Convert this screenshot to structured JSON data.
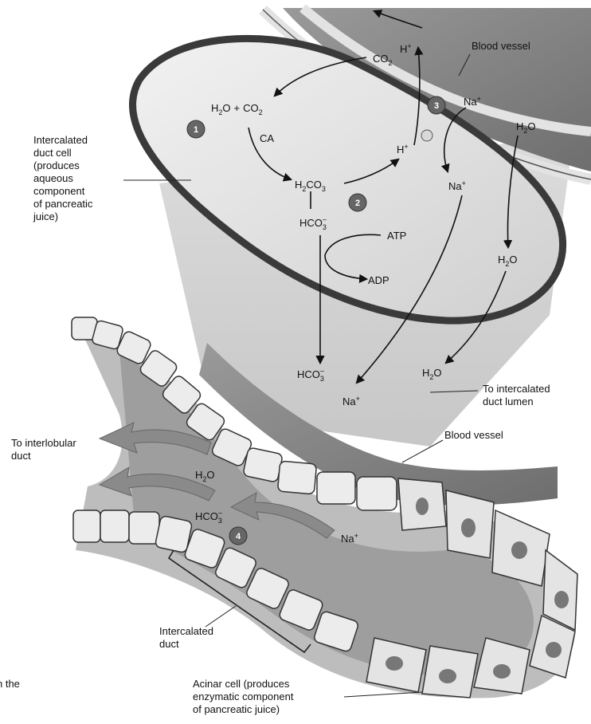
{
  "labels": {
    "blood_vessel_top": "Blood vessel",
    "blood_vessel_bottom": "Blood vessel",
    "intercalated_cell": [
      "Intercalated",
      "duct cell",
      "(produces",
      "aqueous",
      "component",
      "of pancreatic",
      "juice)"
    ],
    "to_lumen": [
      "To intercalated",
      "duct lumen"
    ],
    "to_interlobular": [
      "To interlobular",
      "duct"
    ],
    "intercalated_duct": [
      "Intercalated",
      "duct"
    ],
    "acinar_cell": [
      "Acinar cell (produces",
      "enzymatic component",
      "of pancreatic juice)"
    ],
    "cut_text": "n the"
  },
  "chem": {
    "h2o": "H",
    "h2o_sub": "2",
    "h2o_tail": "O",
    "co2_head": "CO",
    "co2_sub": "2",
    "plus": "+",
    "ca": "CA",
    "h2co3_a": "H",
    "h2co3_sub1": "2",
    "h2co3_b": "CO",
    "h2co3_sub2": "3",
    "hco3_head": "HCO",
    "hco3_sub": "3",
    "hco3_sup": "–",
    "h_plus": "H",
    "plus_sup": "+",
    "na": "Na",
    "atp": "ATP",
    "adp": "ADP"
  },
  "steps": [
    "1",
    "2",
    "3",
    "4"
  ]
}
